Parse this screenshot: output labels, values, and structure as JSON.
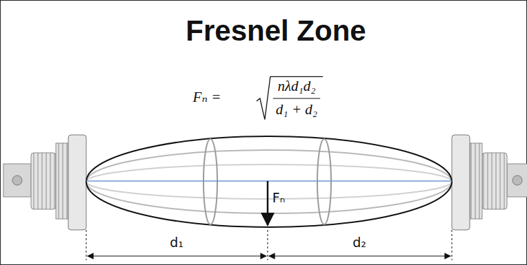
{
  "diagram": {
    "title": "Fresnel Zone",
    "labels": [
      "Fₙ =",
      "nλd₁d₂",
      "d₁ + d₂",
      "Fₙ",
      "d₁",
      "d₂"
    ]
  }
}
